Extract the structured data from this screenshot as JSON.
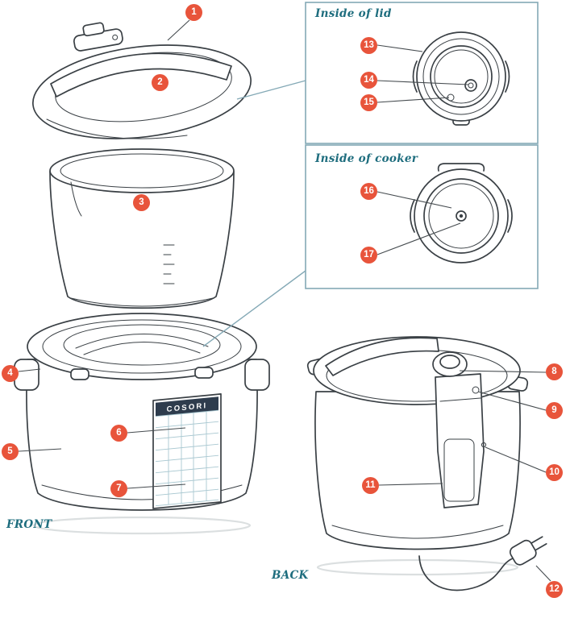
{
  "colors": {
    "callout": "#e8543b",
    "teal": "#1e6d7e",
    "box_border": "#84a9b6",
    "art": "#3a4045",
    "brand_bg": "#2e3c4d",
    "grid": "#a9c8d1"
  },
  "labels": {
    "front": "FRONT",
    "back": "BACK",
    "inside_lid": "Inside of lid",
    "inside_cooker": "Inside of cooker",
    "brand": "COSORI"
  },
  "callouts": [
    "1",
    "2",
    "3",
    "4",
    "5",
    "6",
    "7",
    "8",
    "9",
    "10",
    "11",
    "12",
    "13",
    "14",
    "15",
    "16",
    "17"
  ]
}
